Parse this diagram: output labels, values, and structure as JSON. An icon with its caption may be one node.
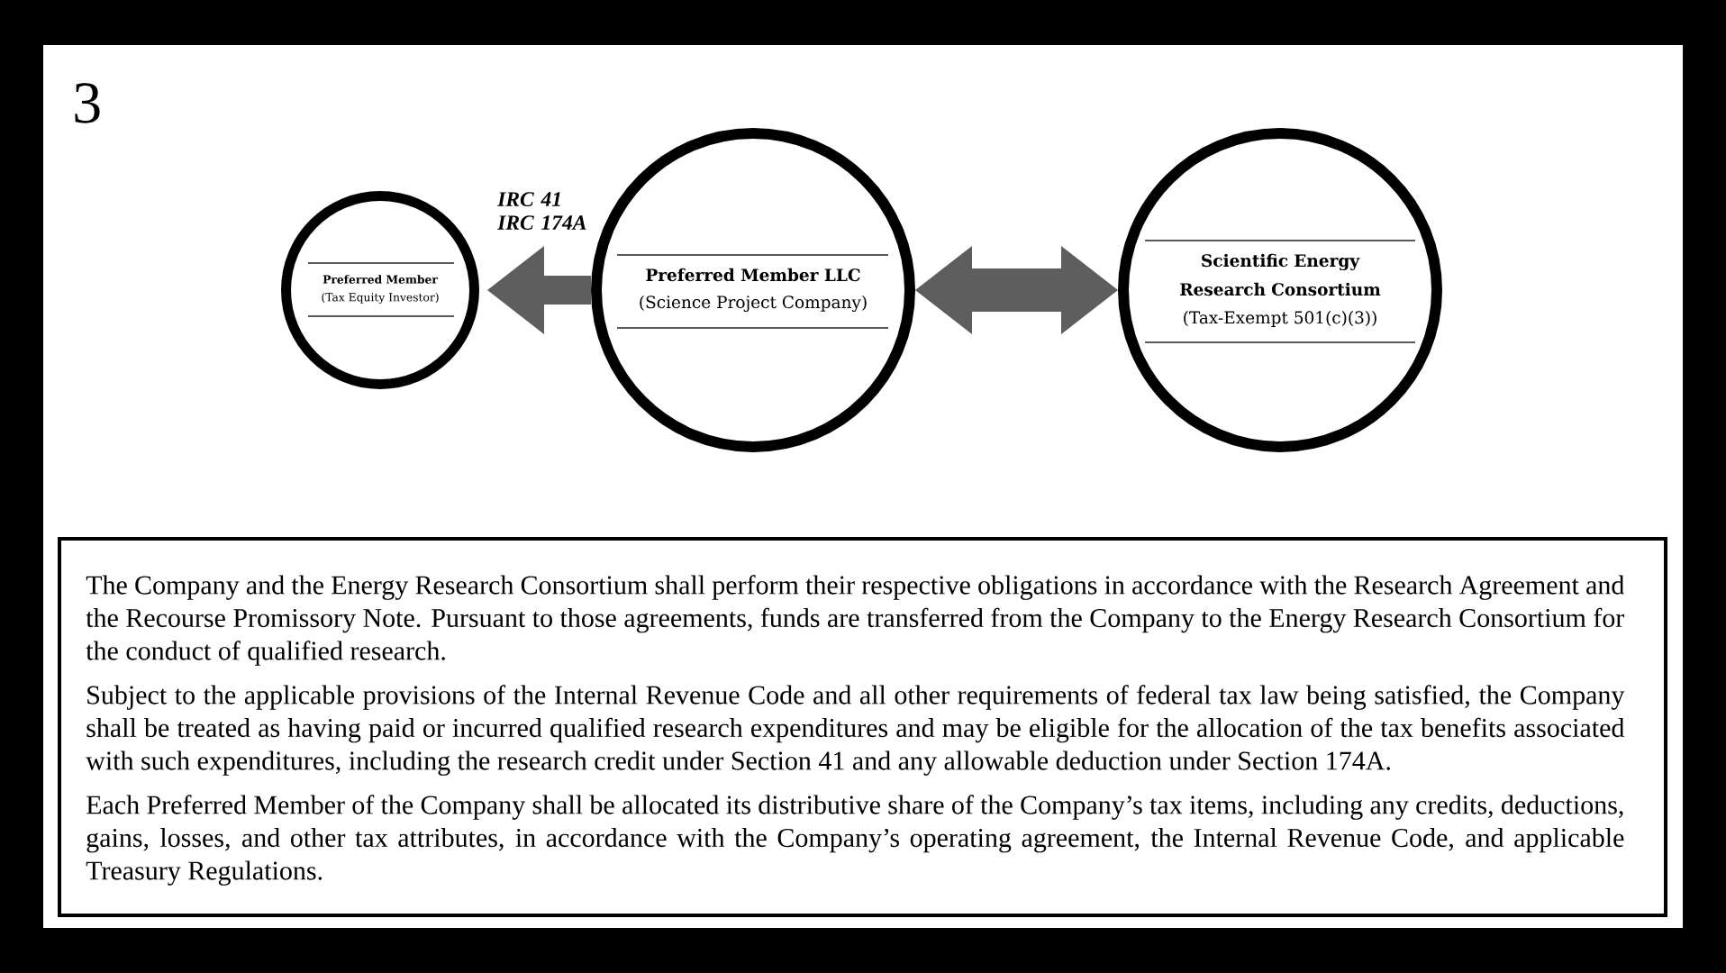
{
  "diagram": {
    "nodes": [
      {
        "text": [
          "Preferred Member",
          "(Tax Equity Investor)"
        ]
      },
      {
        "text": [
          "Preferred Member LLC",
          "(Science Project Company)"
        ]
      },
      {
        "text": [
          "Scientific Energy Research Consortium",
          "(Tax-Exempt 501(c)(3))"
        ]
      },
      {
        "text": [
          "The Company and the Energy Research Consortium shall perform their respective obligations in accordance with the Research Agreement and the Recourse Promissory Note. Pursuant to those agreements, funds are transferred from the Company to the Energy Research Consortium for the conduct of qualified research.",
          "Subject to the applicable provisions of the Internal Revenue Code and all other requirements of federal tax law being satisfied, the Company shall be treated as having paid or incurred qualified research expenditures and may be eligible for the allocation of the tax benefits associated with such expenditures, including the research credit under Section 41 and any allowable deduction under Section 174A.",
          "Each Preferred Member of the Company shall be allocated its distributive share of the Company’s tax items, including any credits, deductions, gains, losses, and other tax attributes, in accordance with the Company’s operating agreement, the Internal Revenue Code, and applicable Treasury Regulations."
        ]
      }
    ],
    "edges": [
      {
        "from": 1,
        "to": 0,
        "arrow": "to",
        "label": "IRC 41 IRC 174A"
      },
      {
        "from": 1,
        "to": 2,
        "arrow": "both"
      }
    ],
    "labels": [
      "3"
    ]
  }
}
